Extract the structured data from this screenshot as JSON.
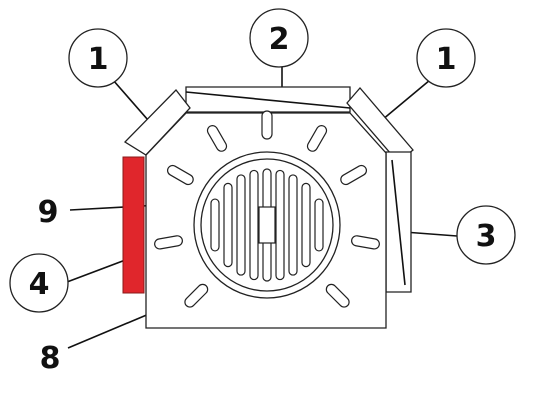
{
  "callouts": [
    {
      "id": "c1-left",
      "label": "1"
    },
    {
      "id": "c2-top",
      "label": "2"
    },
    {
      "id": "c1-right",
      "label": "1"
    },
    {
      "id": "c3",
      "label": "3"
    },
    {
      "id": "c4",
      "label": "4"
    }
  ],
  "side_labels": [
    {
      "id": "s9",
      "label": "9"
    },
    {
      "id": "s8",
      "label": "8"
    }
  ],
  "colors": {
    "highlight": "#e0262c",
    "stroke": "#222222",
    "background": "#ffffff"
  }
}
